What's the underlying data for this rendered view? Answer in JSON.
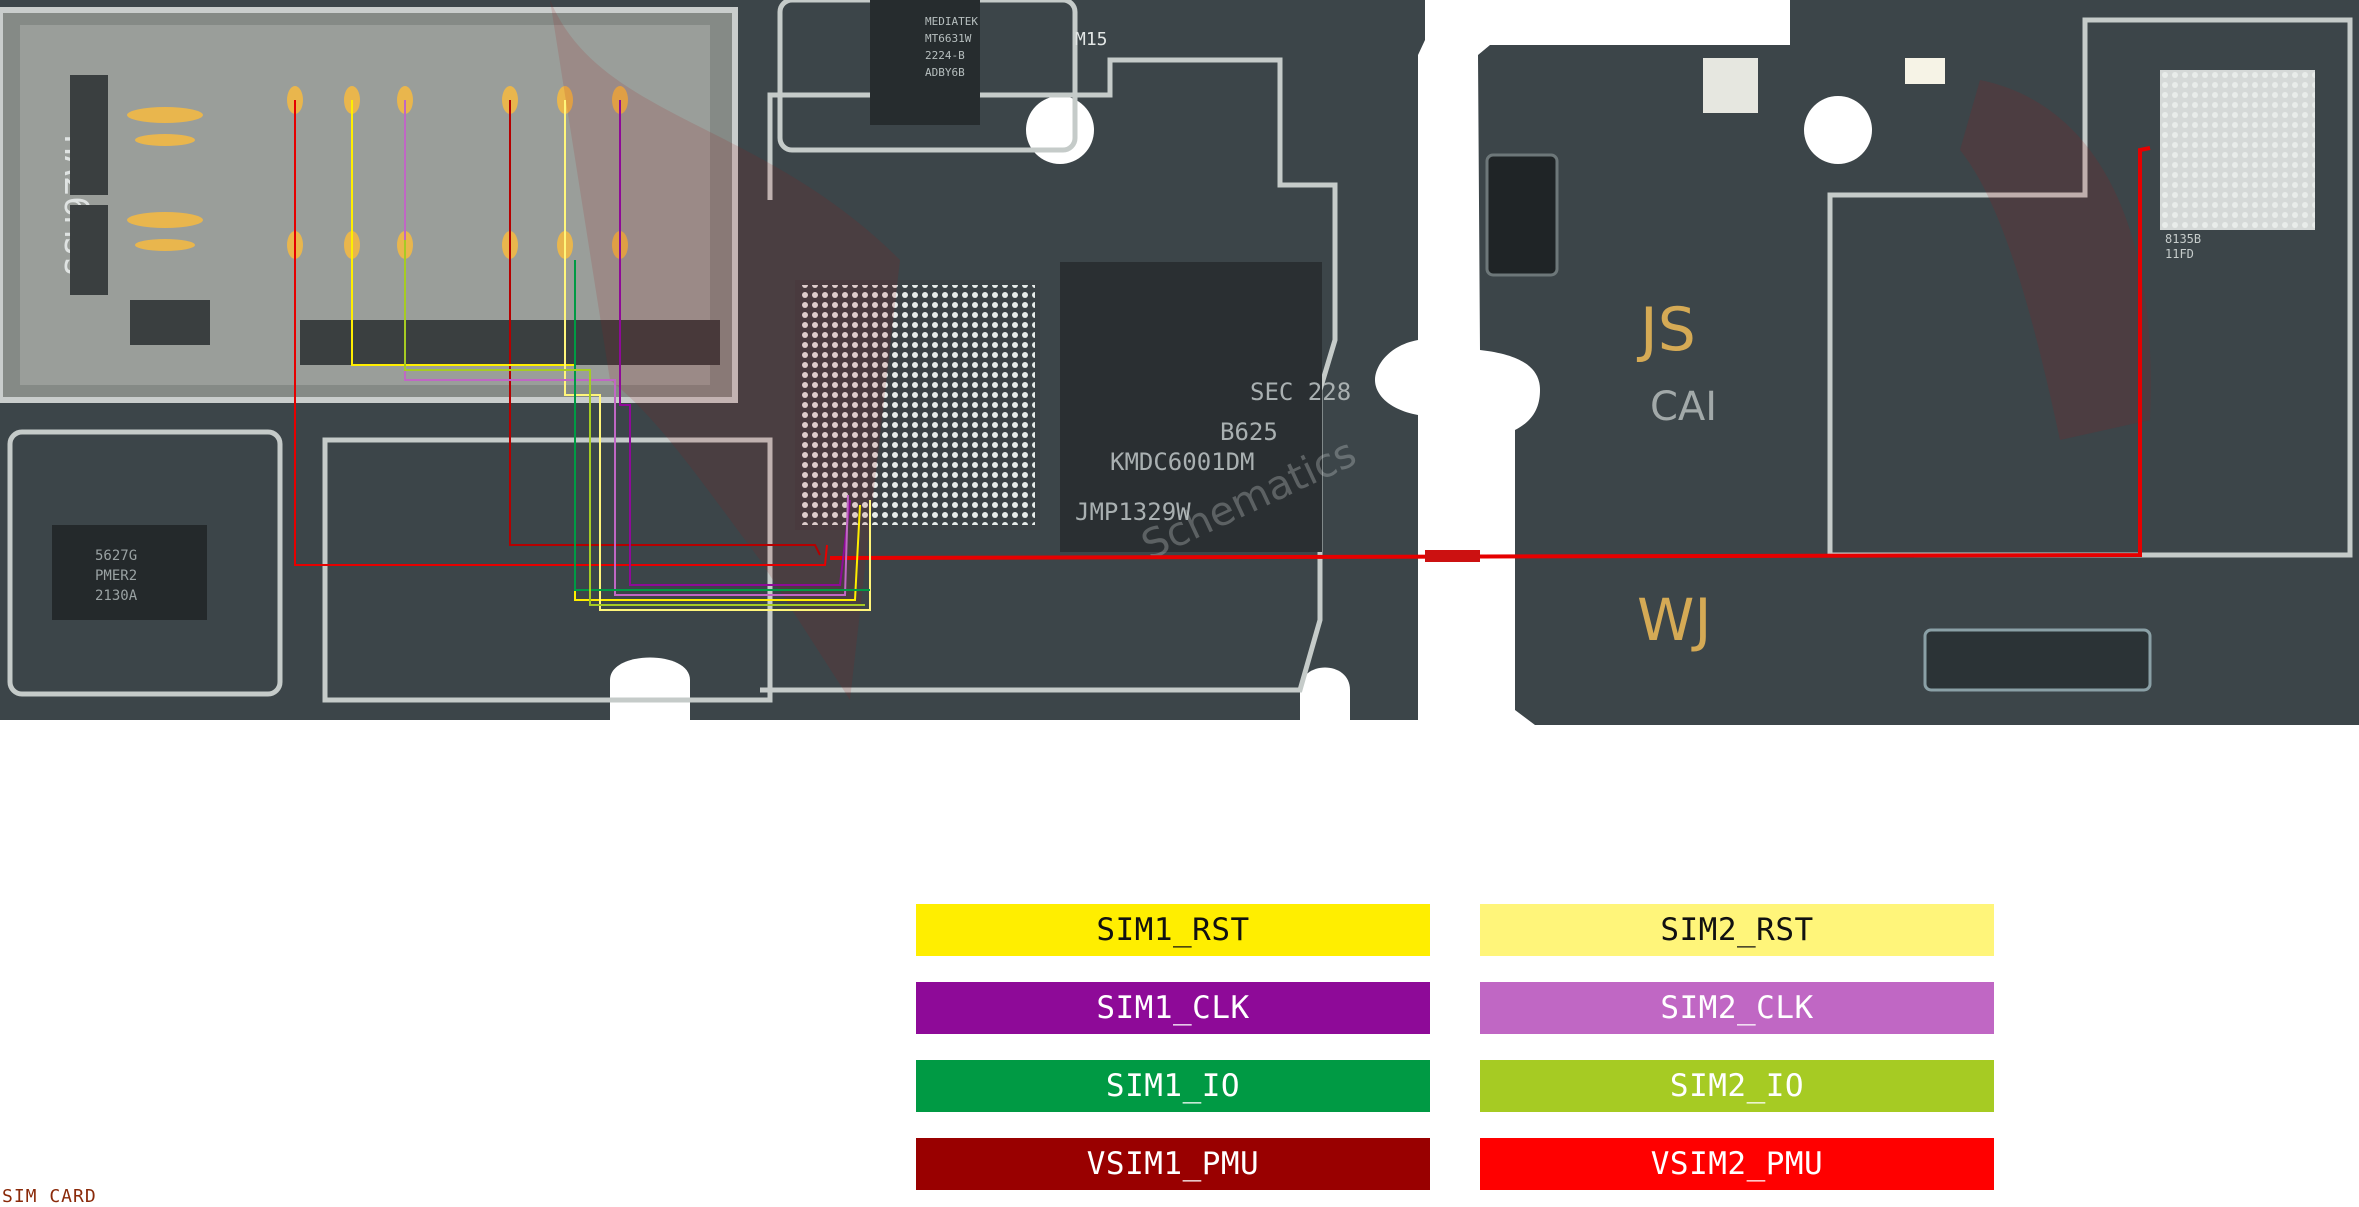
{
  "board": {
    "chip_labels": {
      "pmic": [
        "5627G",
        "PMER2",
        "2130A"
      ],
      "mediatek": [
        "MEDIATEK",
        "MT6631W",
        "2224-B",
        "ADBY6B"
      ],
      "memory": [
        "SEC 228",
        "B625",
        "KMDC6001DM",
        "JMP1329W"
      ],
      "tag_m15": "M15",
      "tag_js": "JS",
      "tag_cai": "CAI",
      "tag_wj": "WJ",
      "tag_8135b": [
        "8135B",
        "11FD"
      ],
      "tray": "HA26MJJ",
      "watermark": "Schematics"
    }
  },
  "legend": [
    {
      "label": "SIM1_RST",
      "color": "#ffee00",
      "text_color": "#111111"
    },
    {
      "label": "SIM2_RST",
      "color": "#fff57a",
      "text_color": "#111111"
    },
    {
      "label": "SIM1_CLK",
      "color": "#8e0a98",
      "text_color": "#ffffff"
    },
    {
      "label": "SIM2_CLK",
      "color": "#c067c4",
      "text_color": "#ffffff"
    },
    {
      "label": "SIM1_IO",
      "color": "#009a44",
      "text_color": "#ffffff"
    },
    {
      "label": "SIM2_IO",
      "color": "#a6cb23",
      "text_color": "#ffffff"
    },
    {
      "label": "VSIM1_PMU",
      "color": "#990000",
      "text_color": "#ffffff"
    },
    {
      "label": "VSIM2_PMU",
      "color": "#ff0000",
      "text_color": "#ffffff"
    }
  ],
  "footer": "SIM CARD"
}
